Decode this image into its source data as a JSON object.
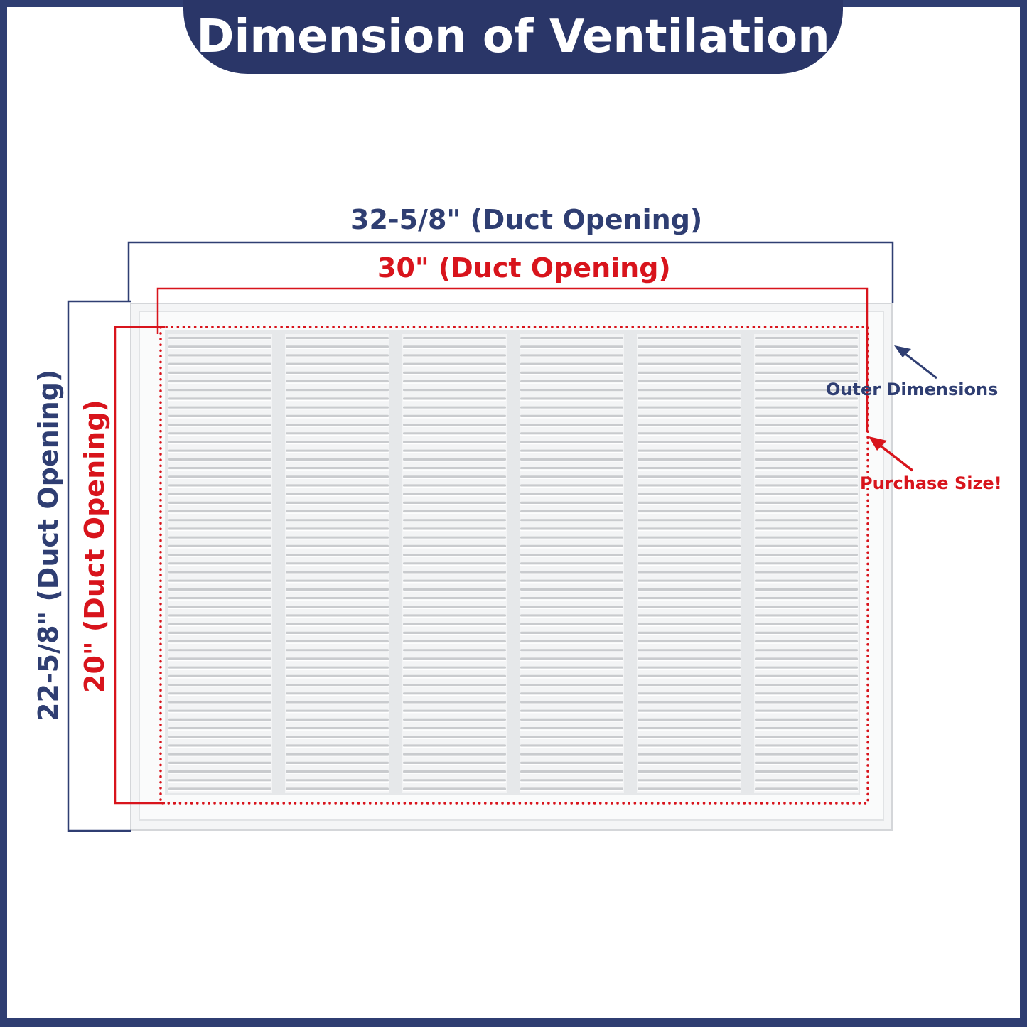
{
  "title": "Dimension of Ventilation",
  "annotations": {
    "outer_width": "32-5/8\" (Duct Opening)",
    "inner_width": "30\" (Duct Opening)",
    "outer_height": "22-5/8\" (Duct Opening)",
    "inner_height": "20\" (Duct Opening)",
    "outer_dimensions_note": "Outer Dimensions",
    "purchase_size_note": "Purchase Size!"
  },
  "colors": {
    "frame": "#2f3e72",
    "title_band": "#2a3668",
    "outer_dimension": "#2f3e72",
    "duct_opening": "#d8141c",
    "grille": "#f2f3f4",
    "louver_shadow": "#c9cbce"
  },
  "grille": {
    "columns": 6
  }
}
